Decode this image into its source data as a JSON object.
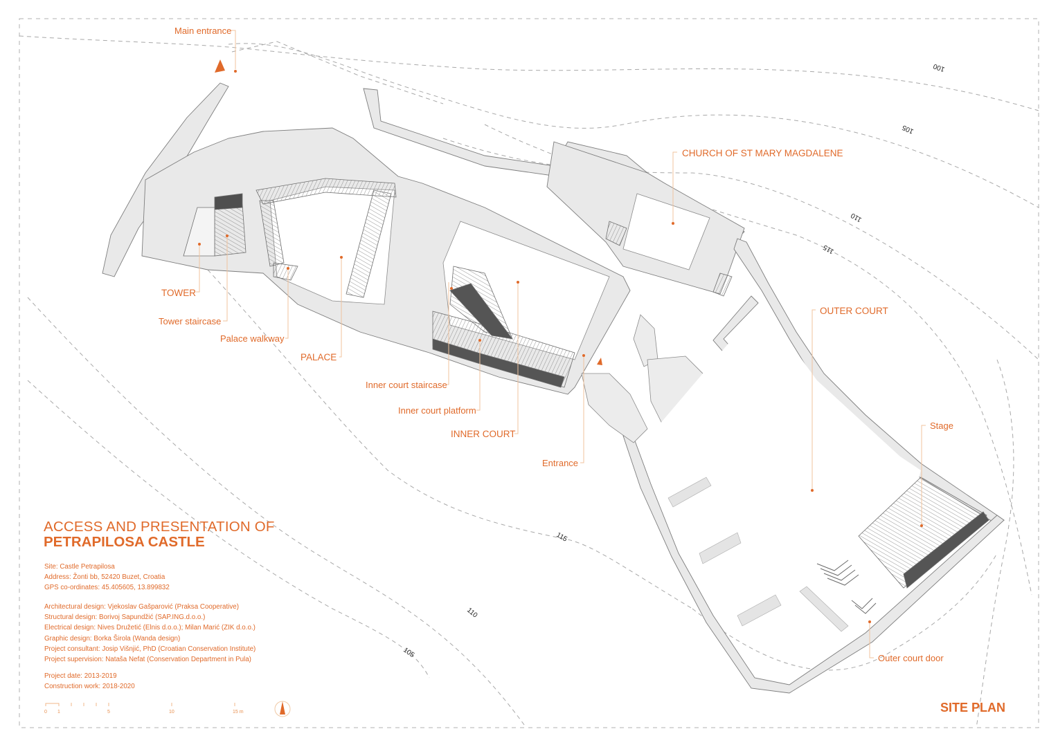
{
  "sheet": {
    "title_line1": "ACCESS AND PRESENTATION OF",
    "title_line2": "PETRAPILOSA CASTLE",
    "sheet_name": "SITE PLAN",
    "accent_color": "#e06a2a"
  },
  "info": {
    "site": "Site: Castle Petrapilosa",
    "address": "Address: Žonti bb, 52420 Buzet, Croatia",
    "gps": "GPS co-ordinates: 45.405605, 13.899832",
    "credits": [
      "Architectural design: Vjekoslav Gašparović (Praksa Cooperative)",
      "Structural design: Borivoj Sapundžić (SAP.ING.d.o.o.)",
      "Electrical design: Nives Družetić (Elnis d.o.o.); Milan Marić (ZIK d.o.o.)",
      "Graphic design: Borka Širola (Wanda design)",
      "Project consultant: Josip Višnjić, PhD (Croatian Conservation Institute)",
      "Project supervision: Nataša Nefat (Conservation Department in Pula)"
    ],
    "project_date": "Project date: 2013-2019",
    "construction": "Construction work: 2018-2020"
  },
  "labels": {
    "main_entrance": "Main entrance",
    "church": "CHURCH OF ST MARY MAGDALENE",
    "tower": "TOWER",
    "tower_staircase": "Tower staircase",
    "palace_walkway": "Palace walkway",
    "palace": "PALACE",
    "outer_court": "OUTER COURT",
    "inner_court_staircase": "Inner court staircase",
    "inner_court_platform": "Inner court platform",
    "inner_court": "INNER COURT",
    "entrance": "Entrance",
    "stage": "Stage",
    "outer_court_door": "Outer court door"
  },
  "contours": {
    "c100": "100",
    "c105": "105",
    "c110": "110",
    "c115": "115"
  },
  "scale_bar": {
    "ticks": [
      "0",
      "1",
      "5",
      "10",
      "15 m"
    ],
    "north_icon": "north-arrow-icon"
  }
}
